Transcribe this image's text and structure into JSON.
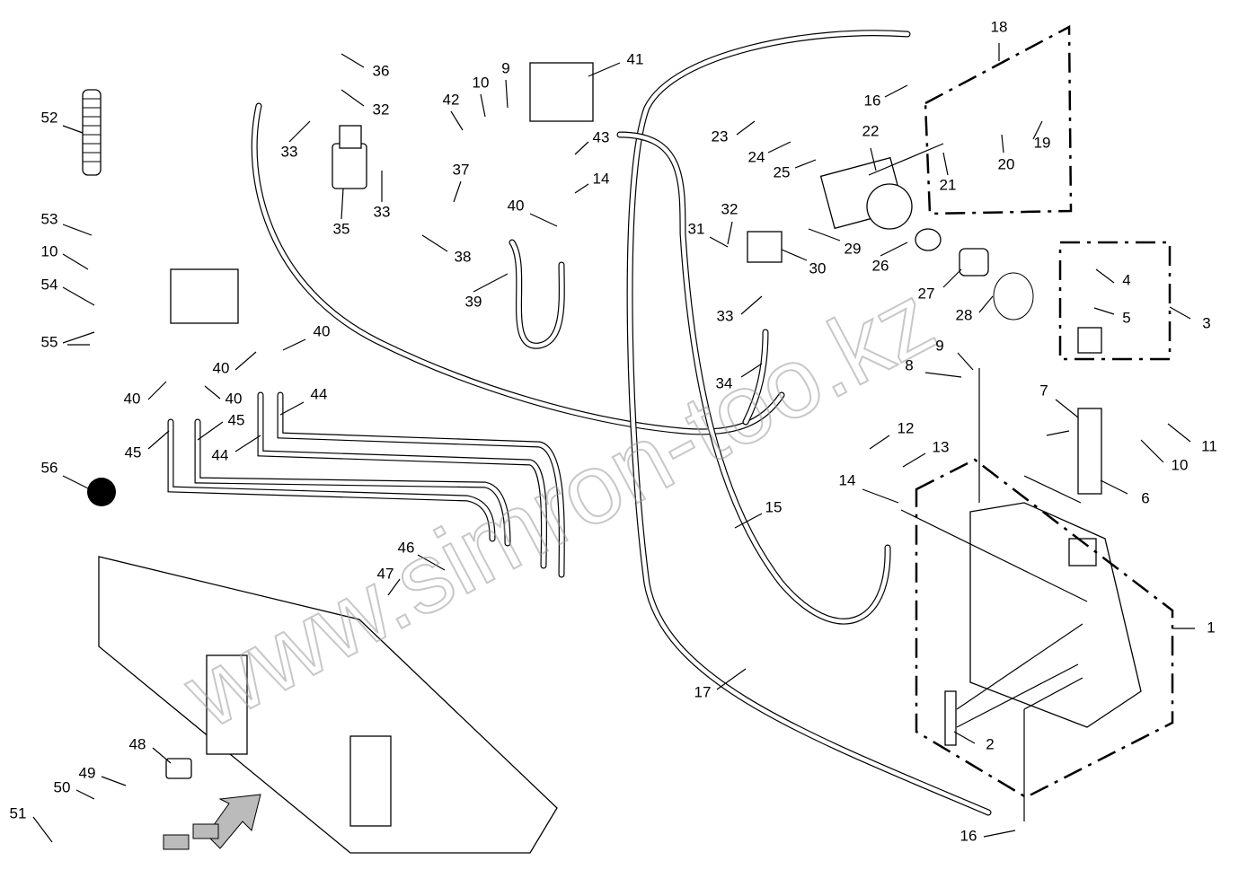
{
  "watermark": "www.simron-too.kz",
  "callouts": [
    "36",
    "32",
    "33",
    "35",
    "33",
    "37",
    "38",
    "39",
    "42",
    "10",
    "9",
    "41",
    "43",
    "14",
    "40",
    "52",
    "53",
    "10",
    "54",
    "55",
    "40",
    "40",
    "40",
    "40",
    "44",
    "45",
    "45",
    "44",
    "56",
    "46",
    "47",
    "48",
    "49",
    "50",
    "51",
    "18",
    "16",
    "19",
    "20",
    "21",
    "22",
    "23",
    "24",
    "25",
    "31",
    "32",
    "29",
    "30",
    "26",
    "27",
    "28",
    "33",
    "34",
    "4",
    "5",
    "3",
    "8",
    "9",
    "7",
    "12",
    "13",
    "11",
    "10",
    "14",
    "6",
    "15",
    "1",
    "17",
    "2",
    "16"
  ]
}
